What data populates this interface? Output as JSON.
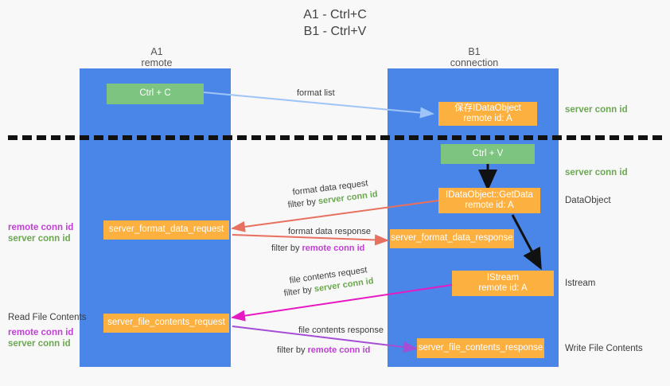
{
  "title": {
    "line1": "A1 - Ctrl+C",
    "line2": "B1 - Ctrl+V"
  },
  "lanes": [
    {
      "name": "A1",
      "sub": "remote"
    },
    {
      "name": "B1",
      "sub": "connection"
    }
  ],
  "boxes": {
    "ctrl_c": "Ctrl + C",
    "ctrl_v": "Ctrl + V",
    "save_idataobject_l1": "保存IDataObject",
    "save_idataobject_l2": "remote id: A",
    "getdata_l1": "IDataObject::GetData",
    "getdata_l2": "remote id: A",
    "istream_l1": "IStream",
    "istream_l2": "remote id: A",
    "server_format_data_request": "server_format_data_request",
    "server_format_data_response": "server_format_data_response",
    "server_file_contents_request": "server_file_contents_request",
    "server_file_contents_response": "server_file_contents_response"
  },
  "edges": {
    "format_list": "format list",
    "format_data_request": "format data request",
    "format_data_request_filter_pre": "filter by ",
    "format_data_request_filter_id": "server conn id",
    "format_data_response": "format data response",
    "format_data_response_filter_pre": "filter by ",
    "format_data_response_filter_id": "remote conn id",
    "file_contents_request": "file contents request",
    "file_contents_request_filter_pre": "filter by ",
    "file_contents_request_filter_id": "server conn id",
    "file_contents_response": "file contents response",
    "file_contents_response_filter_pre": "filter by ",
    "file_contents_response_filter_id": "remote conn id"
  },
  "side_labels": {
    "right_server_conn_id_1": "server conn id",
    "right_server_conn_id_2": "server conn id",
    "right_dataobject": "DataObject",
    "right_istream": "Istream",
    "right_write_file_contents": "Write File Contents",
    "left_remote_conn_id_1": "remote conn id",
    "left_server_conn_id_1": "server conn id",
    "left_read_file_contents": "Read File Contents",
    "left_remote_conn_id_2": "remote conn id",
    "left_server_conn_id_2": "server conn id"
  },
  "colors": {
    "lane": "#4a86e8",
    "green_box": "#7cc47f",
    "orange_box": "#fcb040",
    "arrow_blue": "#9fc5f8",
    "arrow_red": "#e8705f",
    "arrow_magenta": "#e619c3",
    "arrow_purple": "#a64dd6",
    "arrow_black": "#111111",
    "text_green": "#6aa84f",
    "text_purple": "#c13fd6",
    "background": "#f8f8f8"
  }
}
